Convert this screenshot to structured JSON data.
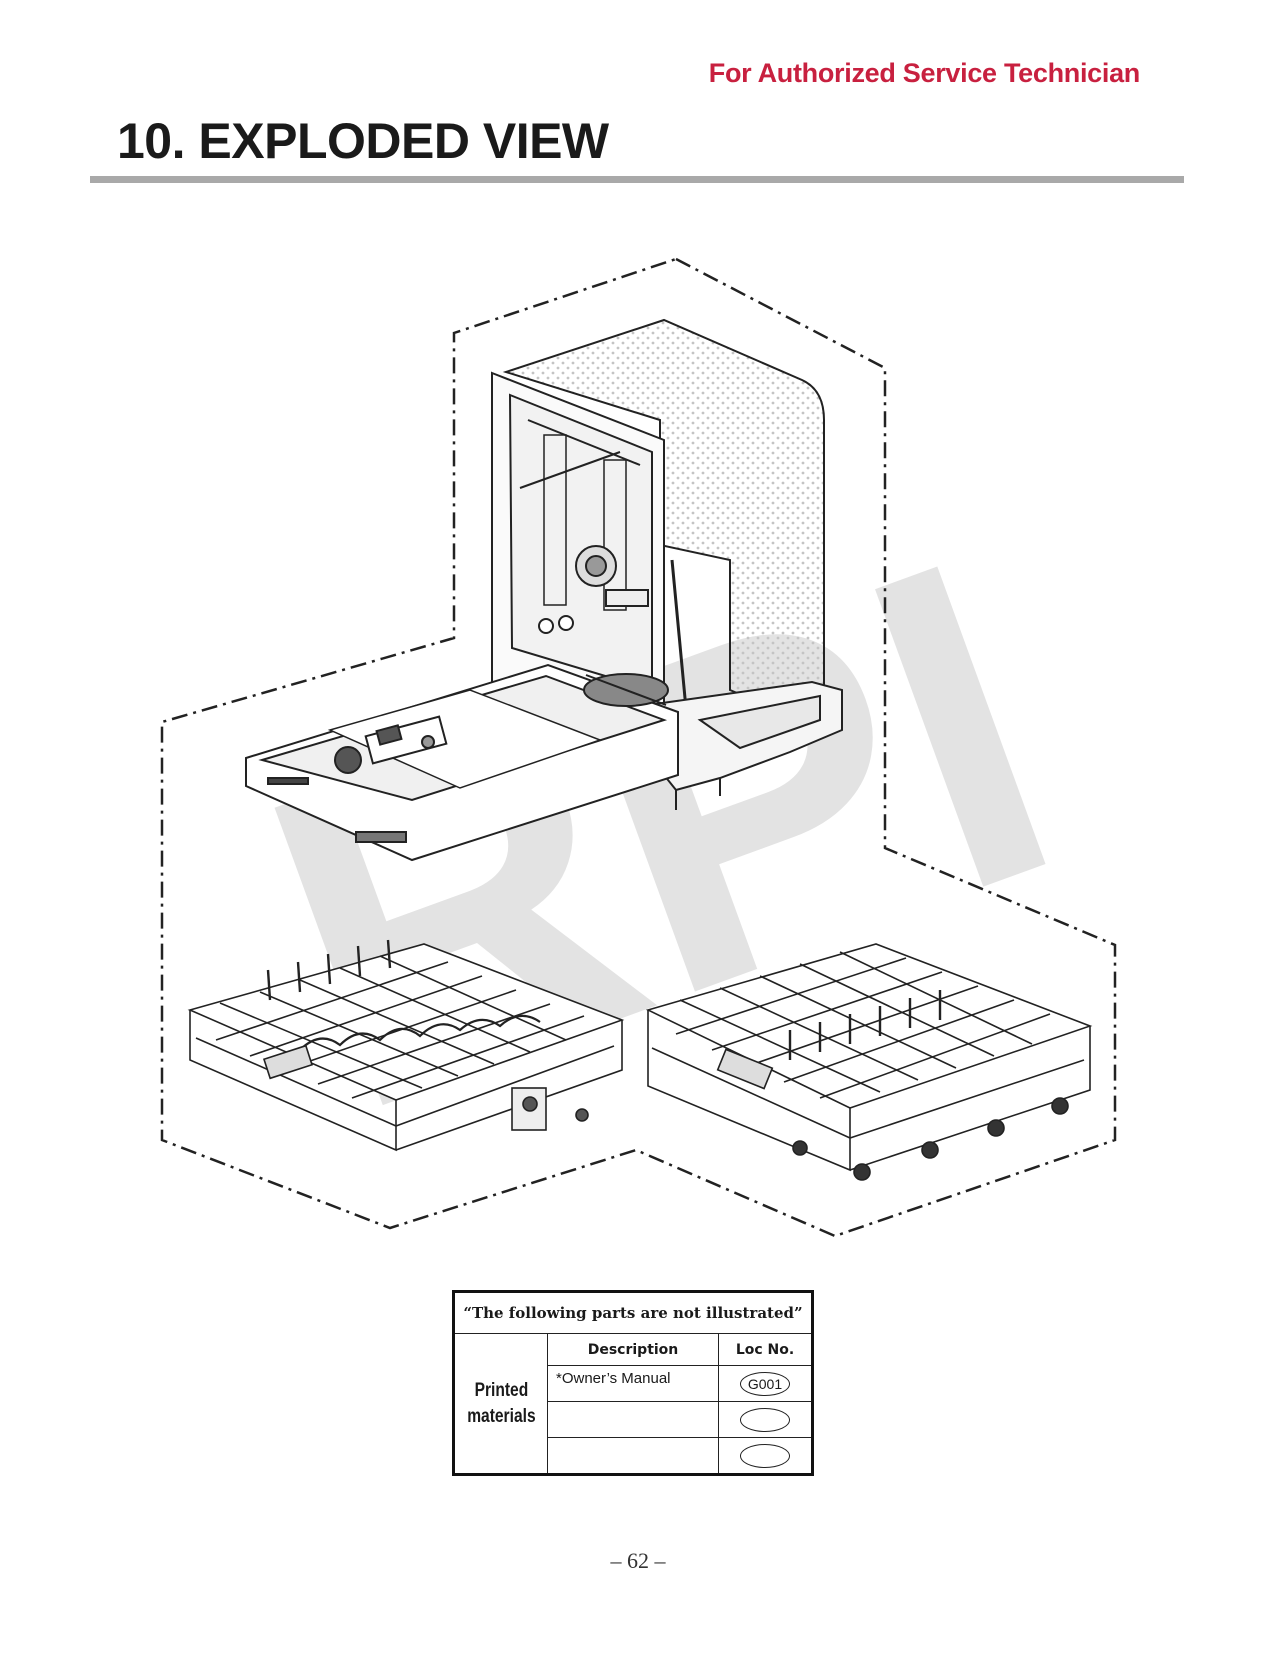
{
  "header": {
    "note": "For Authorized Service Technician",
    "title": "10. EXPLODED VIEW"
  },
  "watermark": {
    "text": "RPI"
  },
  "diagram": {
    "parts": [
      "tub-and-door-assembly-icon",
      "upper-rack-icon",
      "lower-rack-icon"
    ]
  },
  "not_illustrated_table": {
    "caption": "“The following parts are not illustrated”",
    "group_label_line1": "Printed",
    "group_label_line2": "materials",
    "headers": {
      "description": "Description",
      "loc_no": "Loc No."
    },
    "rows": [
      {
        "description": "*Owner’s Manual",
        "loc_no": "G001"
      },
      {
        "description": "",
        "loc_no": ""
      },
      {
        "description": "",
        "loc_no": ""
      }
    ]
  },
  "footer": {
    "page_number": "– 62 –"
  },
  "colors": {
    "accent": "#c8203f",
    "rule": "#a9a9a9",
    "watermark": "#e3e3e3"
  }
}
